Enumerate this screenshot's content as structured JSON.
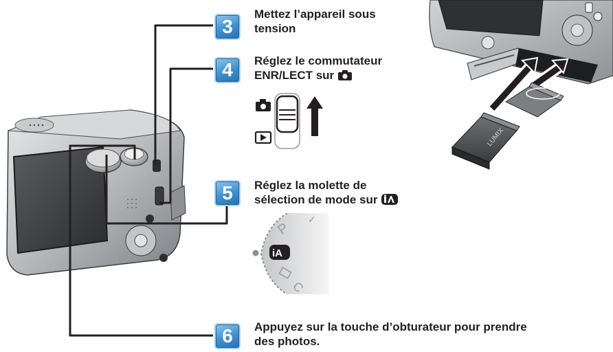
{
  "steps": [
    {
      "number": "3",
      "line1": "Mettez l’appareil sous",
      "line2": "tension"
    },
    {
      "number": "4",
      "line1": "Réglez le commutateur",
      "line2": "ENR/LECT sur"
    },
    {
      "number": "5",
      "line1": "Réglez la molette de",
      "line2": "sélection de mode sur"
    },
    {
      "number": "6",
      "line1": "Appuyez sur la touche d’obturateur pour prendre",
      "line2": "des photos."
    }
  ],
  "dial": {
    "labels": [
      "P",
      "iA",
      "C"
    ]
  },
  "battery": {
    "brand_label": "LUMIX"
  },
  "icons": {
    "record": "camera-icon",
    "playback": "play-icon",
    "intelligent_auto": "ia-icon"
  },
  "colors": {
    "badge_blue": "#3f8fce",
    "text": "#231f20",
    "camera_body": "#b9bbbd"
  }
}
